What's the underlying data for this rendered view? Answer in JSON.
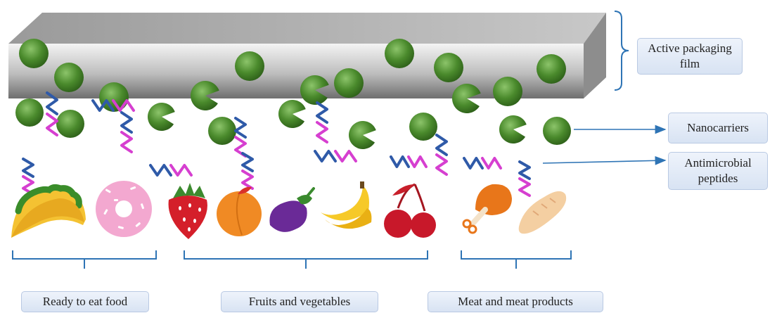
{
  "labels": {
    "film": "Active packaging\nfilm",
    "nanocarriers": "Nanocarriers",
    "peptides": "Antimicrobial\npeptides",
    "ready_to_eat": "Ready to eat food",
    "fruits_veg": "Fruits and vegetables",
    "meat": "Meat and meat products"
  },
  "colors": {
    "film_light": "#ededed",
    "film_dark": "#7c7c7c",
    "nanocarrier": "#3f7d26",
    "peptide_pink": "#d63fd0",
    "peptide_blue": "#2f5aa8",
    "bracket": "#2e74b5",
    "arrow": "#2e74b5"
  },
  "icons": {
    "food": [
      "taco-icon",
      "donut-icon",
      "strawberry-icon",
      "peach-icon",
      "eggplant-icon",
      "banana-icon",
      "cherry-icon",
      "chicken-leg-icon",
      "bread-icon"
    ]
  }
}
